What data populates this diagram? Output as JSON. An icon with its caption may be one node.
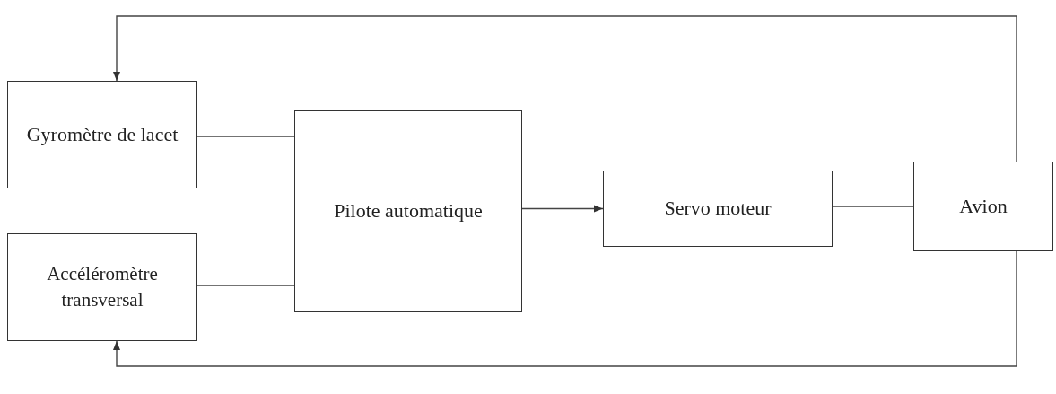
{
  "diagram": {
    "nodes": [
      {
        "text": [
          "Gyromètre de lacet"
        ]
      },
      {
        "text": [
          "Accéléromètre transversal"
        ]
      },
      {
        "text": [
          "Pilote automatique"
        ]
      },
      {
        "text": [
          "Servo moteur"
        ]
      },
      {
        "text": [
          "Avion"
        ]
      }
    ],
    "edges": [
      {
        "from": 0,
        "to": 2,
        "arrow": "none"
      },
      {
        "from": 1,
        "to": 2,
        "arrow": "none"
      },
      {
        "from": 2,
        "to": 3,
        "arrow": "to"
      },
      {
        "from": 3,
        "to": 4,
        "arrow": "none"
      },
      {
        "from": 4,
        "to": 0,
        "arrow": "to"
      },
      {
        "from": 4,
        "to": 1,
        "arrow": "to"
      }
    ]
  }
}
